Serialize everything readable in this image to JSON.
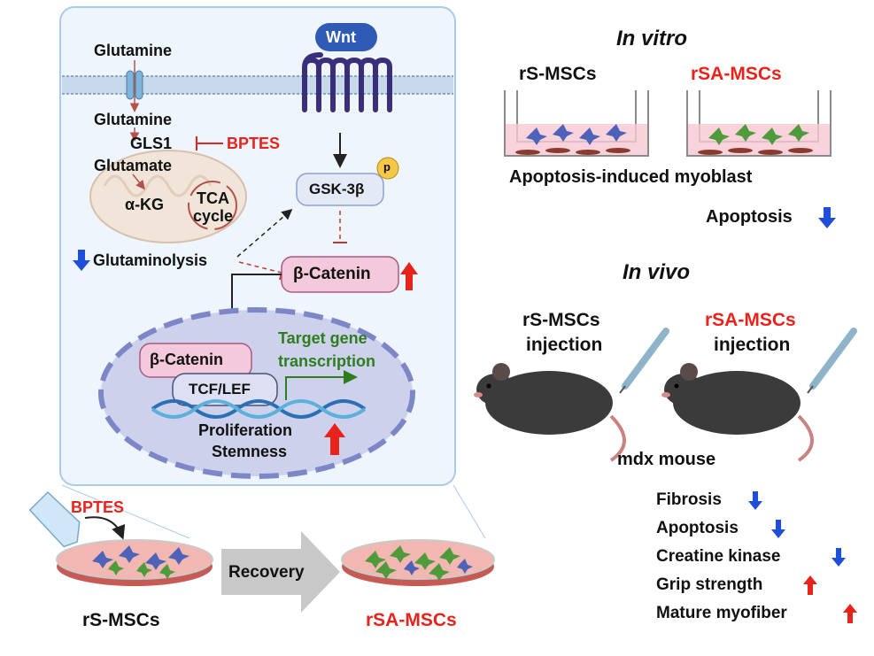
{
  "pathway": {
    "glutamine_out": "Glutamine",
    "glutamine_in": "Glutamine",
    "gls1": "GLS1",
    "bptes_inhibitor": "BPTES",
    "glutamate": "Glutamate",
    "akg": "α-KG",
    "tca": "TCA",
    "cycle": "cycle",
    "glutaminolysis": "Glutaminolysis",
    "wnt": "Wnt",
    "gsk": "GSK-3β",
    "phospho": "p",
    "bcatenin_cyto": "β-Catenin",
    "bcatenin_nuc": "β-Catenin",
    "tcf": "TCF/LEF",
    "target_gene_1": "Target gene",
    "target_gene_2": "transcription",
    "proliferation": "Proliferation",
    "stemness": "Stemness"
  },
  "bottom": {
    "bptes": "BPTES",
    "recovery": "Recovery",
    "rs_mscs": "rS-MSCs",
    "rsa_mscs": "rSA-MSCs"
  },
  "in_vitro": {
    "title": "In vitro",
    "rs_mscs": "rS-MSCs",
    "rsa_mscs": "rSA-MSCs",
    "myoblast": "Apoptosis-induced myoblast",
    "apoptosis": "Apoptosis"
  },
  "in_vivo": {
    "title": "In vivo",
    "rs_mscs": "rS-MSCs",
    "rs_injection": "injection",
    "rsa_mscs": "rSA-MSCs",
    "rsa_injection": "injection",
    "mouse": "mdx mouse",
    "outcomes": [
      "Fibrosis",
      "Apoptosis",
      "Creatine kinase",
      "Grip strength",
      "Mature myofiber"
    ]
  },
  "colors": {
    "red": "#e8231b",
    "blue": "#1f4fd8",
    "green": "#2e7d1e",
    "panel_border": "#a9cbe8",
    "panel_fill": "#eef5fc",
    "pink_box": "#f4c9dc"
  },
  "icons": [
    "glutamine-transporter-icon",
    "mitochondrion-icon",
    "wnt-receptor-icon",
    "nucleus-icon",
    "dna-icon",
    "tube-icon",
    "petri-dish-icon",
    "transwell-icon",
    "mouse-icon",
    "syringe-icon",
    "up-arrow-icon",
    "down-arrow-icon"
  ]
}
